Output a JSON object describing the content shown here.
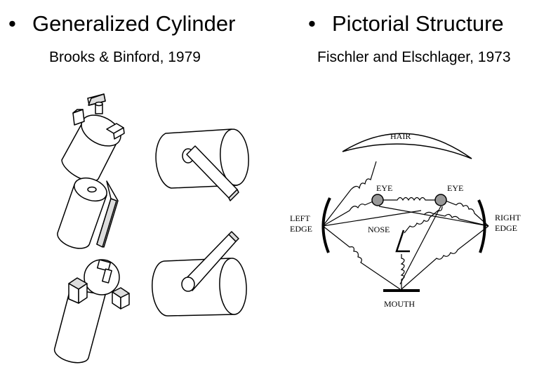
{
  "left_section": {
    "bullet": "•",
    "title": "Generalized Cylinder",
    "citation": "Brooks & Binford, 1979"
  },
  "right_section": {
    "bullet": "•",
    "title": "Pictorial Structure",
    "citation": "Fischler and Elschlager, 1973"
  },
  "face_diagram": {
    "labels": {
      "hair": "HAIR",
      "left_eye": "EYE",
      "right_eye": "EYE",
      "left_edge_1": "LEFT",
      "left_edge_2": "EDGE",
      "right_edge_1": "RIGHT",
      "right_edge_2": "EDGE",
      "nose": "NOSE",
      "mouth": "MOUTH"
    }
  }
}
